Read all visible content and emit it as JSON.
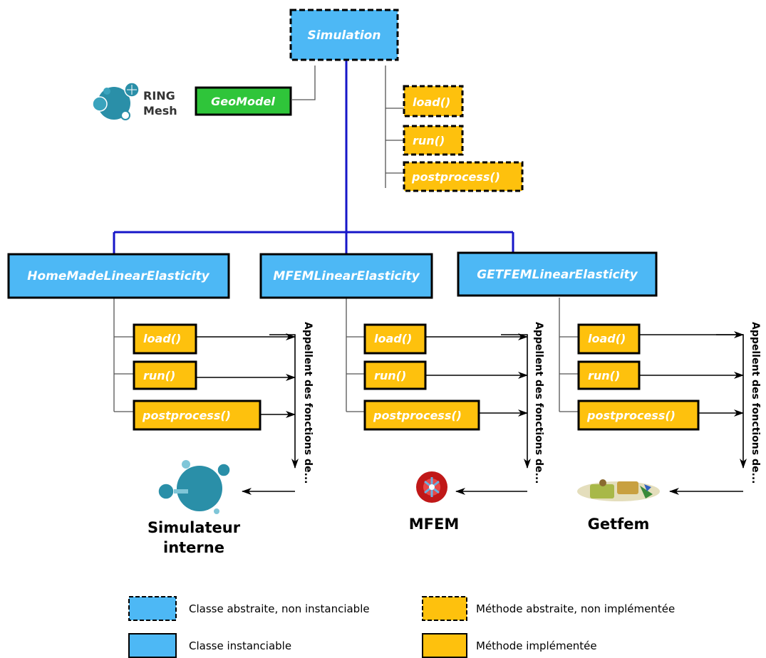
{
  "colors": {
    "class_blue": "#4db8f5",
    "method_orange": "#fec10d",
    "geomodel_green": "#2fc53a",
    "inheritance_line": "#1616c8",
    "connector": "#555555"
  },
  "top": {
    "simulation": "Simulation",
    "geomodel": "GeoModel",
    "ringmesh_logo_text": [
      "RING",
      "Mesh"
    ],
    "methods": [
      "load()",
      "run()",
      "postprocess()"
    ]
  },
  "columns": [
    {
      "class_name": "HomeMadeLinearElasticity",
      "methods": [
        "load()",
        "run()",
        "postprocess()"
      ],
      "calls_label": "Appellent des fonctions de...",
      "library": [
        "Simulateur",
        "interne"
      ],
      "library_icon": "internal-simulator-icon"
    },
    {
      "class_name": "MFEMLinearElasticity",
      "methods": [
        "load()",
        "run()",
        "postprocess()"
      ],
      "calls_label": "Appellent des fonctions de...",
      "library": [
        "MFEM"
      ],
      "library_icon": "mfem-logo-icon"
    },
    {
      "class_name": "GETFEMLinearElasticity",
      "methods": [
        "load()",
        "run()",
        "postprocess()"
      ],
      "calls_label": "Appellent des fonctions de...",
      "library": [
        "Getfem"
      ],
      "library_icon": "getfem-logo-icon"
    }
  ],
  "legend": {
    "abstract_class": "Classe abstraite, non instanciable",
    "concrete_class": "Classe instanciable",
    "abstract_method": "Méthode abstraite, non implémentée",
    "implemented_method": "Méthode implémentée"
  }
}
